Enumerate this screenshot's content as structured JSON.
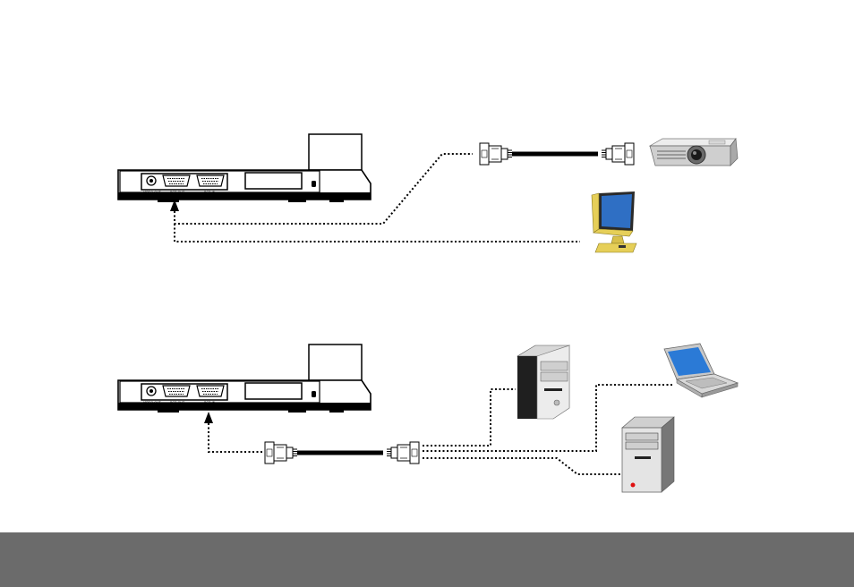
{
  "diagram": {
    "top_scene": {
      "device_ports": [
        "VIDEO OUT",
        "RGB OUT",
        "RGB IN"
      ],
      "outputs": [
        "projector",
        "lcd-monitor"
      ]
    },
    "bottom_scene": {
      "device_ports": [
        "VIDEO OUT",
        "RGB OUT",
        "RGB IN"
      ],
      "inputs": [
        "desktop-pc",
        "laptop",
        "tower-pc"
      ]
    }
  },
  "colors": {
    "footer": "#6b6b6b",
    "monitor_screen": "#2f6fc4",
    "laptop_screen": "#2b7ad6",
    "monitor_stand": "#e6cf58",
    "power_led": "#e01010"
  }
}
